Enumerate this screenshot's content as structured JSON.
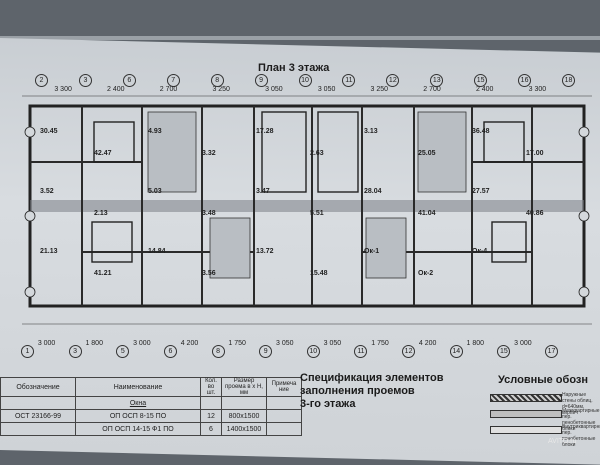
{
  "plan": {
    "title": "План 3 этажа",
    "top_axes": [
      "2",
      "3",
      "6",
      "7",
      "8",
      "9",
      "10",
      "11",
      "12",
      "13",
      "15",
      "16",
      "18"
    ],
    "top_dims": [
      "3 300",
      "2 400",
      "2 700",
      "3 250",
      "3 050",
      "3 050",
      "3 250",
      "2 700",
      "2 400",
      "3 300"
    ],
    "bottom_axes": [
      "1",
      "3",
      "5",
      "6",
      "8",
      "9",
      "10",
      "11",
      "12",
      "14",
      "15",
      "17"
    ],
    "bottom_dims": [
      "3 000",
      "1 800",
      "3 000",
      "4 200",
      "1 750",
      "3 050",
      "3 050",
      "1 750",
      "4 200",
      "1 800",
      "3 000"
    ],
    "room_labels": [
      "30.45",
      "42.47",
      "4.93",
      "3.32",
      "17.28",
      "2.63",
      "3.13",
      "25.05",
      "36.48",
      "17.00",
      "3.52",
      "2.13",
      "5.03",
      "3.48",
      "3.47",
      "5.51",
      "28.04",
      "41.04",
      "27.57",
      "40.86",
      "21.13",
      "41.21",
      "14.84",
      "3.56",
      "13.72",
      "15.48",
      "Ок-1",
      "Ок-2",
      "Ок-4"
    ]
  },
  "spec": {
    "title_line1": "Спецификация элементов",
    "title_line2": "заполнения проемов",
    "title_line3": "3-го этажа",
    "columns": [
      "Обозначение",
      "Наименование",
      "Кол. во шт.",
      "Размер проема в х Н, мм",
      "Примеча ние"
    ],
    "section": "Окна",
    "rows": [
      {
        "code": "ОСТ 23166-99",
        "name": "ОП ОСП 8-15 ПО",
        "qty": "12",
        "size": "800х1500",
        "note": ""
      },
      {
        "code": "",
        "name": "ОП ОСП 14-15 Ф1 ПО",
        "qty": "6",
        "size": "1400х1500",
        "note": ""
      }
    ]
  },
  "legend": {
    "title": "Условные обозн",
    "items": [
      "Наружные стены облиц. d=640мм, кирпич",
      "Межквартирные пер. пенобетонные блоки",
      "Внутриквартирные пер. пенобетонные блоки"
    ]
  },
  "watermark": "AVITO.ru"
}
